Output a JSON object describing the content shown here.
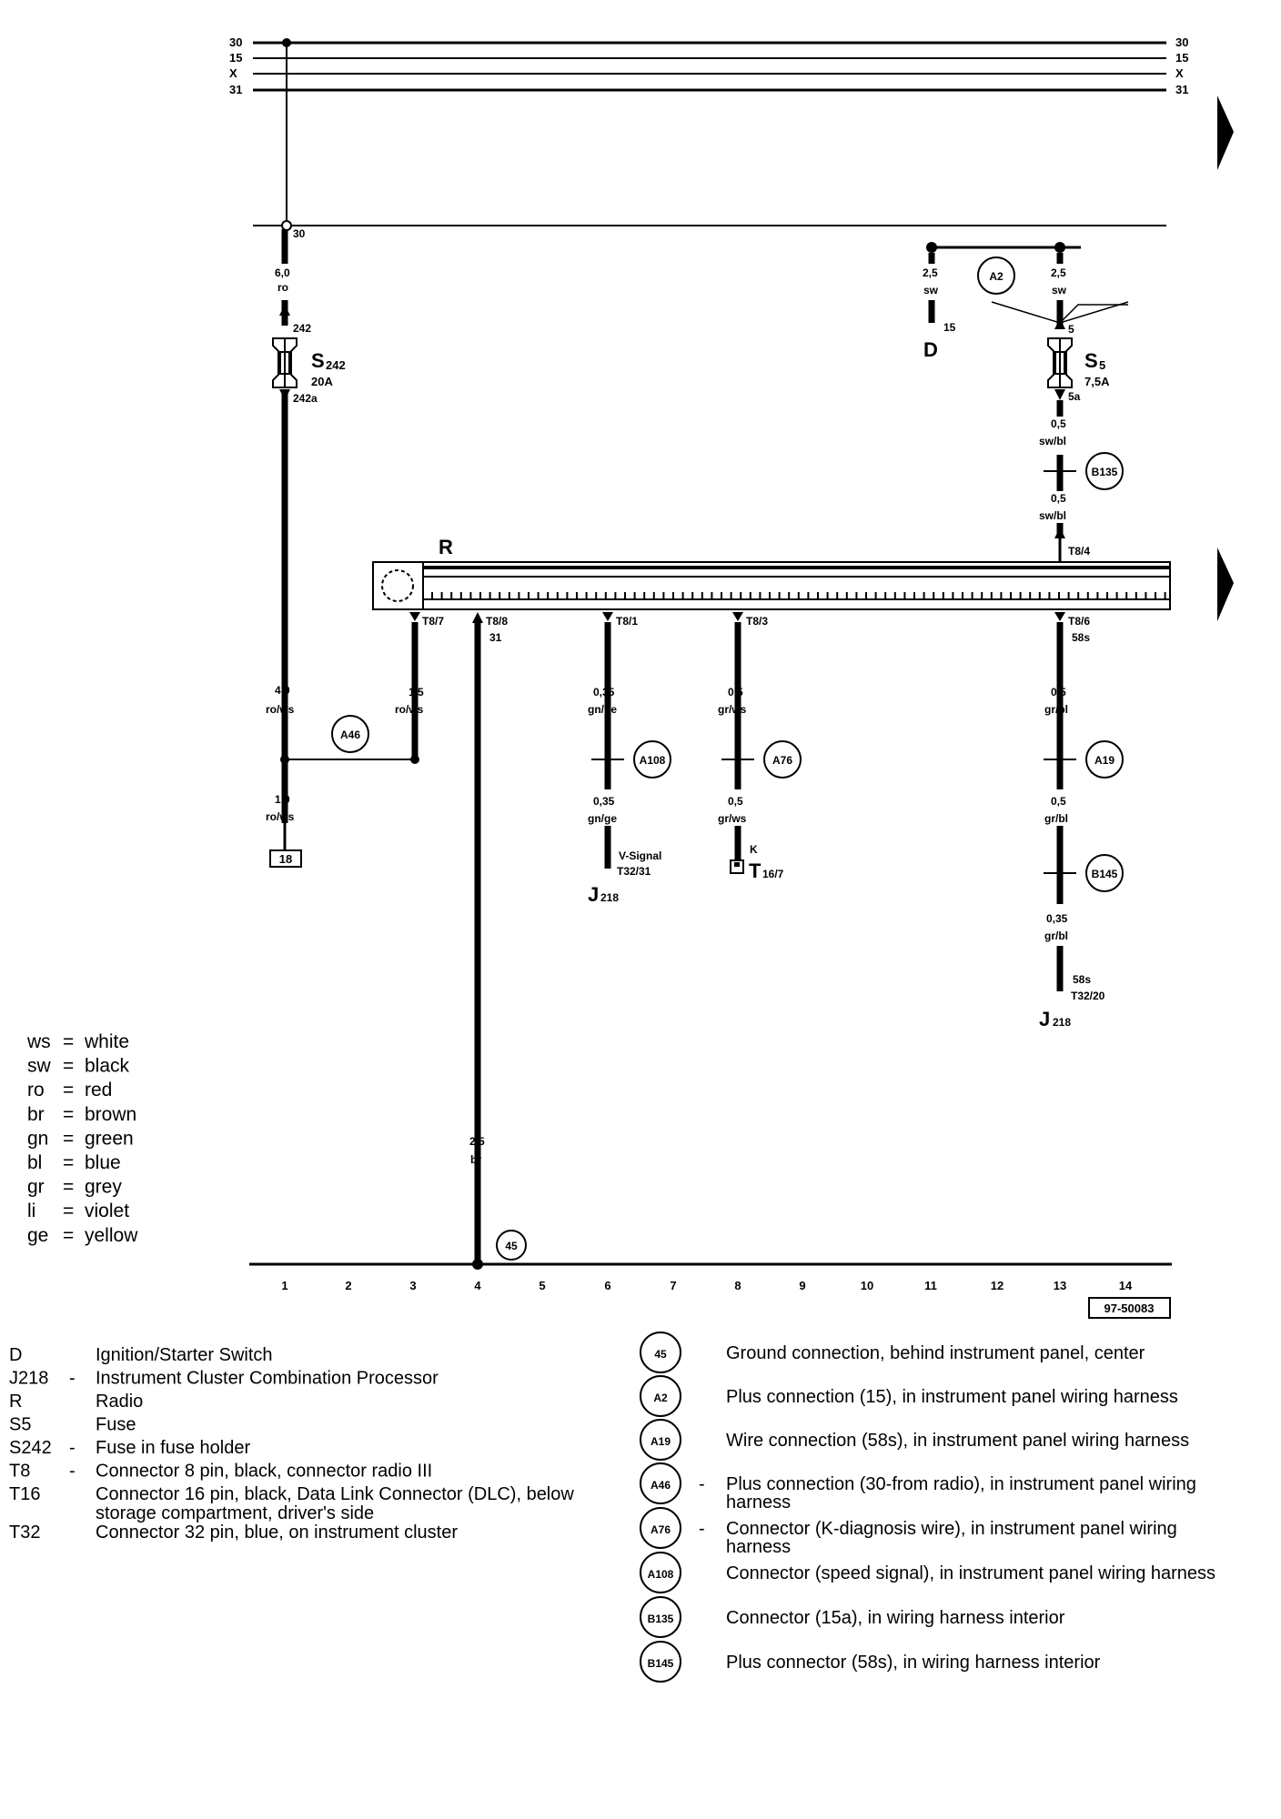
{
  "bus_labels": [
    "30",
    "15",
    "X",
    "31"
  ],
  "branch_terminal": "30",
  "wires": {
    "main_top": {
      "size": "6,0",
      "color": "ro"
    },
    "main_low": {
      "size": "4,0",
      "color": "ro/ws"
    },
    "splice_out": {
      "size": "1,0",
      "color": "ro/ws"
    },
    "t87": {
      "size": "1,5",
      "color": "ro/ws"
    },
    "t88": {
      "size": "2,5",
      "color": "br"
    },
    "t81_top": {
      "size": "0,35",
      "color": "gn/ge"
    },
    "t81_bot": {
      "size": "0,35",
      "color": "gn/ge"
    },
    "t83_top": {
      "size": "0,5",
      "color": "gr/ws"
    },
    "t83_bot": {
      "size": "0,5",
      "color": "gr/ws"
    },
    "t86_a": {
      "size": "0,5",
      "color": "gr/bl"
    },
    "t86_b": {
      "size": "0,5",
      "color": "gr/bl"
    },
    "t86_c": {
      "size": "0,35",
      "color": "gr/bl"
    },
    "d_wire": {
      "size": "2,5",
      "color": "sw"
    },
    "s5_wire": {
      "size": "2,5",
      "color": "sw"
    },
    "s5_out": {
      "size": "0,5",
      "color": "sw/bl"
    },
    "s5_out2": {
      "size": "0,5",
      "color": "sw/bl"
    }
  },
  "fuses": {
    "s242": {
      "name": "S",
      "sub": "242",
      "rating": "20A",
      "in": "242",
      "out": "242a"
    },
    "s5": {
      "name": "S",
      "sub": "5",
      "rating": "7,5A",
      "in": "5",
      "out": "5a"
    }
  },
  "radio": {
    "label": "R",
    "pins": {
      "t87": "T8/7",
      "t88": "T8/8",
      "t88_sub": "31",
      "t81": "T8/1",
      "t83": "T8/3",
      "t86": "T8/6",
      "t86_sub": "58s",
      "t84": "T8/4"
    }
  },
  "components": {
    "d": {
      "label": "D",
      "pin": "15"
    },
    "j218_a": {
      "label": "J",
      "sub": "218",
      "signal": "V-Signal",
      "pin": "T32/31"
    },
    "j218_b": {
      "label": "J",
      "sub": "218",
      "signal": "58s",
      "pin": "T32/20"
    },
    "t16": {
      "label": "T",
      "sub": "16/7",
      "top": "K"
    },
    "box18": "18"
  },
  "circle_nodes": {
    "a46": "A46",
    "a2": "A2",
    "b135": "B135",
    "a108": "A108",
    "a76": "A76",
    "a19": "A19",
    "b145": "B145",
    "g45": "45"
  },
  "grid": [
    "1",
    "2",
    "3",
    "4",
    "5",
    "6",
    "7",
    "8",
    "9",
    "10",
    "11",
    "12",
    "13",
    "14"
  ],
  "ref_code": "97-50083",
  "color_legend": [
    {
      "code": "ws",
      "name": "white"
    },
    {
      "code": "sw",
      "name": "black"
    },
    {
      "code": "ro",
      "name": "red"
    },
    {
      "code": "br",
      "name": "brown"
    },
    {
      "code": "gn",
      "name": "green"
    },
    {
      "code": "bl",
      "name": "blue"
    },
    {
      "code": "gr",
      "name": "grey"
    },
    {
      "code": "li",
      "name": "violet"
    },
    {
      "code": "ge",
      "name": "yellow"
    }
  ],
  "component_legend": [
    {
      "code": "D",
      "dash": "",
      "desc": [
        "Ignition/Starter Switch"
      ]
    },
    {
      "code": "J218",
      "dash": "-",
      "desc": [
        "Instrument Cluster Combination Processor"
      ]
    },
    {
      "code": "R",
      "dash": "",
      "desc": [
        "Radio"
      ]
    },
    {
      "code": "S5",
      "dash": "",
      "desc": [
        "Fuse"
      ]
    },
    {
      "code": "S242",
      "dash": "-",
      "desc": [
        "Fuse in fuse holder"
      ]
    },
    {
      "code": "T8",
      "dash": "-",
      "desc": [
        "Connector 8 pin, black, connector radio III"
      ]
    },
    {
      "code": "T16",
      "dash": "",
      "desc": [
        "Connector 16 pin, black, Data Link Connector (DLC), below",
        "storage compartment, driver's side"
      ]
    },
    {
      "code": "T32",
      "dash": "",
      "desc": [
        "Connector 32 pin, blue, on instrument cluster"
      ]
    }
  ],
  "connection_legend": [
    {
      "code": "45",
      "dash": "",
      "desc": [
        "Ground connection, behind instrument panel, center"
      ]
    },
    {
      "code": "A2",
      "dash": "",
      "desc": [
        "Plus connection (15), in instrument panel wiring harness"
      ]
    },
    {
      "code": "A19",
      "dash": "",
      "desc": [
        "Wire connection (58s), in instrument panel wiring harness"
      ]
    },
    {
      "code": "A46",
      "dash": "-",
      "desc": [
        "Plus connection (30-from radio), in instrument panel wiring",
        "harness"
      ]
    },
    {
      "code": "A76",
      "dash": "-",
      "desc": [
        "Connector (K-diagnosis wire), in instrument panel wiring",
        "harness"
      ]
    },
    {
      "code": "A108",
      "dash": "",
      "desc": [
        "Connector (speed signal), in instrument panel wiring harness"
      ]
    },
    {
      "code": "B135",
      "dash": "",
      "desc": [
        "Connector (15a), in wiring harness interior"
      ]
    },
    {
      "code": "B145",
      "dash": "",
      "desc": [
        "Plus connector (58s), in wiring harness interior"
      ]
    }
  ]
}
